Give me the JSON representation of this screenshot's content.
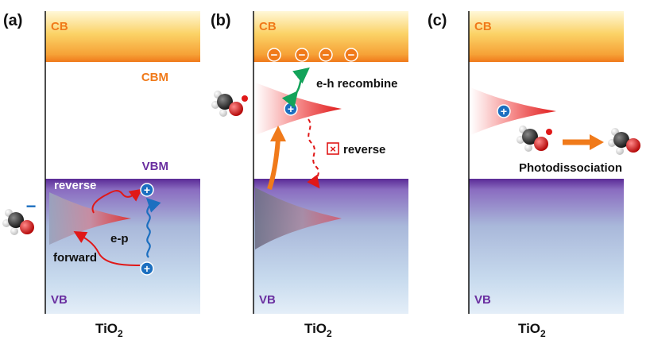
{
  "colors": {
    "cb_orange": "#f07a1a",
    "vb_purple": "#6a2fa0",
    "hole_blue": "#1c6fc0",
    "red": "#e01818",
    "green": "#13a35a"
  },
  "panels": [
    {
      "label": "(a)",
      "material": "TiO",
      "subscript": "2",
      "cb": "CB",
      "vb": "VB",
      "cbm": "CBM",
      "vbm": "VBM"
    },
    {
      "label": "(b)",
      "material": "TiO",
      "subscript": "2",
      "cb": "CB",
      "vb": "VB"
    },
    {
      "label": "(c)",
      "material": "TiO",
      "subscript": "2",
      "cb": "CB",
      "vb": "VB"
    }
  ],
  "annotations": {
    "reverse_a": "reverse",
    "forward": "forward",
    "e_p": "e-p",
    "eh_recombine": "e-h recombine",
    "reverse_b": "reverse",
    "photodissociation": "Photodissociation"
  },
  "symbols": {
    "hole": "+",
    "electron": "−",
    "minus_charge": "−",
    "blocked": "×"
  },
  "icons": [
    "methoxy-molecule-icon",
    "radical-dot-icon",
    "hole-icon",
    "electron-icon",
    "blocked-box-icon"
  ]
}
